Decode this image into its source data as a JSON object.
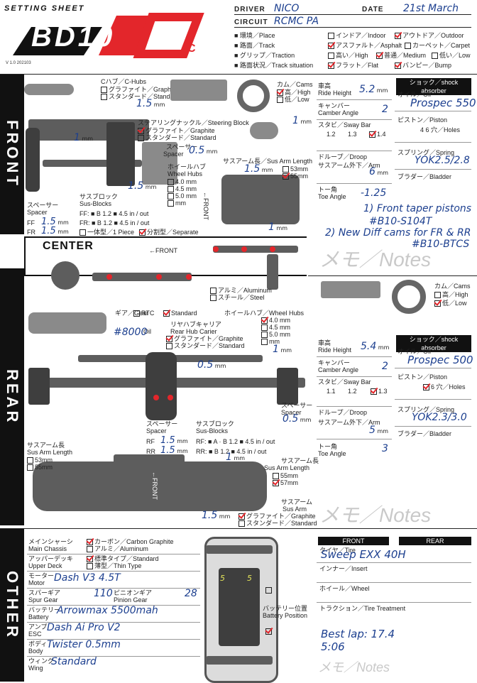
{
  "header": {
    "setting_sheet": "SETTING SHEET",
    "logo": "BD10",
    "logo_c": "C",
    "version": "V 1.0 202103",
    "driver_label": "DRIVER",
    "driver": "NICO",
    "date_label": "DATE",
    "date": "21st March",
    "circuit_label": "CIRCUIT",
    "circuit": "RCMC PA",
    "env_label": "■ 環境／Place",
    "env_opts": [
      "インドア／Indoor",
      "アウトドア／Outdoor"
    ],
    "track_label": "■ 路面／Track",
    "track_opts": [
      "アスファルト／Asphalt",
      "カーペット／Carpet"
    ],
    "grip_label": "■ グリップ／Traction",
    "grip_opts": [
      "高い／High",
      "普通／Medium",
      "低い／Low"
    ],
    "sit_label": "■ 路面状況／Track situation",
    "sit_opts": [
      "フラット／Flat",
      "バンピー／Bump"
    ]
  },
  "sections": {
    "front": "FRONT",
    "center": "CENTER",
    "rear": "REAR",
    "other": "OTHER"
  },
  "front": {
    "chubs_label": "Cハブ／C-Hubs",
    "chubs_opts": [
      "グラファイト／Graphite",
      "スタンダード／Standard"
    ],
    "chubs_mm": "1.5",
    "steer_label": "ステアリングナックル／Steering Block",
    "steer_opts": [
      "グラファイト／Graphite",
      "スタンダード／Standard"
    ],
    "spacer_label_jp": "スペーサー",
    "spacer_label": "Spacer",
    "spacer_val": "0.5",
    "wheelhub_jp": "ホイールハブ",
    "wheelhub": "Wheel Hubs",
    "wheelhub_opts": [
      "4.0 mm",
      "4.5 mm",
      "5.0 mm",
      "mm"
    ],
    "mm1": "1",
    "mm2": "1.5",
    "cams_label": "カム／Cams",
    "cams_opts": [
      "高／High",
      "低／Low"
    ],
    "cams_mm": "1",
    "susarm_label": "サスアーム長／Sus Arm Length",
    "susarm_val": "1.5",
    "susarm_opts": [
      "53mm",
      "55mm"
    ],
    "spacer2_jp": "スペーサー",
    "spacer2": "Spacer",
    "ff_label": "FF",
    "ff_val": "1.5",
    "fr_label": "FR",
    "fr_val": "1.5",
    "susblock_jp": "サスブロック",
    "susblock": "Sus-Blocks",
    "susblock_ff": "FF: ■ B 1.2 ■ 4.5 in / out",
    "susblock_fr": "FR: ■ B 1.2 ■ 4.5 in / out",
    "piece_opts": [
      "一体型／1 Piece",
      "分割型／Separate"
    ],
    "front_arrow": "←FRONT",
    "arm_mm": "1",
    "ride_height_jp": "車高",
    "ride_height": "Ride Height",
    "ride_height_val": "5.2",
    "camber_jp": "キャンバー",
    "camber": "Camber Angle",
    "camber_val": "2",
    "sway_jp": "スタビ",
    "sway": "Sway Bar",
    "sway_opts": [
      "1.2",
      "1.3",
      "1.4"
    ],
    "droop_label": "ドループ／Droop",
    "droop_sub": "サスアーム外下／Arm",
    "droop_val": "6",
    "toe_jp": "トー角",
    "toe": "Toe Angle",
    "toe_val": "-1.25",
    "shock_header": "ショック／shock absorber",
    "oil_label": "オイル／Oil",
    "oil_val": "Prospec 550",
    "piston_label": "ピストン／Piston",
    "piston_val": "4 6 穴／Holes",
    "spring_label": "スプリング／Spring",
    "spring_val": "YOK2.5/2.8",
    "bladder_label": "ブラダー／Bladder",
    "note1": "1) Front taper pistons",
    "note2": "#B10-S104T",
    "note3": "2) New Diff cams for FR & RR",
    "note4": "#B10-BTCS",
    "notes_watermark": "メモ／Notes"
  },
  "center": {
    "front_arrow": "←FRONT",
    "mat_opts": [
      "アルミ／Aluminum",
      "スチール／Steel"
    ]
  },
  "rear": {
    "gear_label": "ギア／Gear",
    "gear_oil": "Oil",
    "gear_val": "#8000",
    "rtc": "RTC",
    "standard": "Standard",
    "carrier_jp": "リヤハブキャリア",
    "carrier": "Rear Hub Carier",
    "carrier_opts": [
      "グラファイト／Graphite",
      "スタンダード／Standard"
    ],
    "wheelhub_label": "ホイールハブ／Wheel Hubs",
    "wheelhub_opts": [
      "4.0 mm",
      "4.5 mm",
      "5.0 mm",
      "mm"
    ],
    "mm_a": "1",
    "spacer_mid": "0.5",
    "spacer_label_jp": "スペーサー",
    "spacer_label": "Spacer",
    "spacer_side": "0.5",
    "rf_label": "RF",
    "rf_val": "1.5",
    "rr_label": "RR",
    "rr_val": "1.5",
    "susblock_jp": "サスブロック",
    "susblock": "Sus-Blocks",
    "susblock_rf": "RF: ■ A · B 1.2 ■ 4.5 in / out",
    "susblock_rr": "RR: ■ B 1.2 ■ 4.5 in / out",
    "susarm_left": "サスアーム長",
    "susarm_left_en": "Sus Arm Length",
    "susarm_left_opts": [
      "53mm",
      "55mm"
    ],
    "susarm_right": "サスアーム長",
    "susarm_right_en": "Sus Arm Length",
    "susarm_right_opts": [
      "55mm",
      "57mm"
    ],
    "arm_mm": "1",
    "arm_bottom_mm": "1.5",
    "susarm_mat_jp": "サスアーム",
    "susarm_mat": "Sus Arm",
    "susarm_mat_opts": [
      "グラファイト／Graphite",
      "スタンダード／Standard"
    ],
    "front_arrow": "←FRONT",
    "cams_label": "カム／Cams",
    "cams_opts": [
      "高／High",
      "低／Low"
    ],
    "ride_height_jp": "車高",
    "ride_height": "Ride Height",
    "ride_height_val": "5.4",
    "camber_jp": "キャンバー",
    "camber": "Camber Angle",
    "camber_val": "2",
    "sway_jp": "スタビ",
    "sway": "Sway Bar",
    "sway_opts": [
      "1.1",
      "1.2",
      "1.3"
    ],
    "droop_label": "ドループ／Droop",
    "droop_sub": "サスアーム外下／Arm",
    "droop_val": "5",
    "toe_jp": "トー角",
    "toe": "Toe Angle",
    "toe_val": "3",
    "shock_header": "ショック／shock absorber",
    "oil_label": "オイル／Oil",
    "oil_val": "Prospec 500",
    "piston_label": "ピストン／Piston",
    "piston_val": "6 穴／Holes",
    "spring_label": "スプリング／Spring",
    "spring_val": "YOK2.3/3.0",
    "bladder_label": "ブラダー／Bladder",
    "notes_watermark": "メモ／Notes"
  },
  "other": {
    "chassis_jp": "メインシャーシ",
    "chassis": "Main Chassis",
    "chassis_opts": [
      "カーボン／Carbon Graphite",
      "アルミ／Aluminum"
    ],
    "deck_jp": "アッパーデッキ",
    "deck": "Upper Deck",
    "deck_opts": [
      "標準タイプ／Standard",
      "薄型／Thin Type"
    ],
    "motor_jp": "モーター",
    "motor": "Motor",
    "motor_val": "Dash V3 4.5T",
    "spur_jp": "スパーギア",
    "spur": "Spur Gear",
    "spur_val": "110",
    "pinion_jp": "ピニオンギア",
    "pinion": "Pinion Gear",
    "pinion_val": "28",
    "battery_jp": "バッテリー",
    "battery": "Battery",
    "battery_val": "Arrowmax 5500mah",
    "esc_jp": "アンプ",
    "esc": "ESC",
    "esc_val": "Dash Ai Pro V2",
    "body_jp": "ボディ",
    "body": "Body",
    "body_val": "Twister 0.5mm",
    "wing_jp": "ウィング",
    "wing": "Wing",
    "wing_val": "Standard",
    "batt_pos_jp": "バッテリー位置",
    "batt_pos": "Battery Position",
    "batt_val_a": "5",
    "batt_val_b": "5",
    "front_hdr": "FRONT",
    "rear_hdr": "REAR",
    "tire_label": "タイヤ／Tire",
    "tire_val": "Sweep EXX 40H",
    "inner_label": "インナー／Insert",
    "wheel_label": "ホイール／Wheel",
    "traction_label": "トラクション／Tire Treatment",
    "best_lap": "Best lap: 17.4",
    "best_time": "5:06",
    "notes_watermark": "メモ／Notes"
  },
  "colors": {
    "accent": "#e3262b",
    "ink": "#1c3f8f",
    "black": "#111111"
  }
}
